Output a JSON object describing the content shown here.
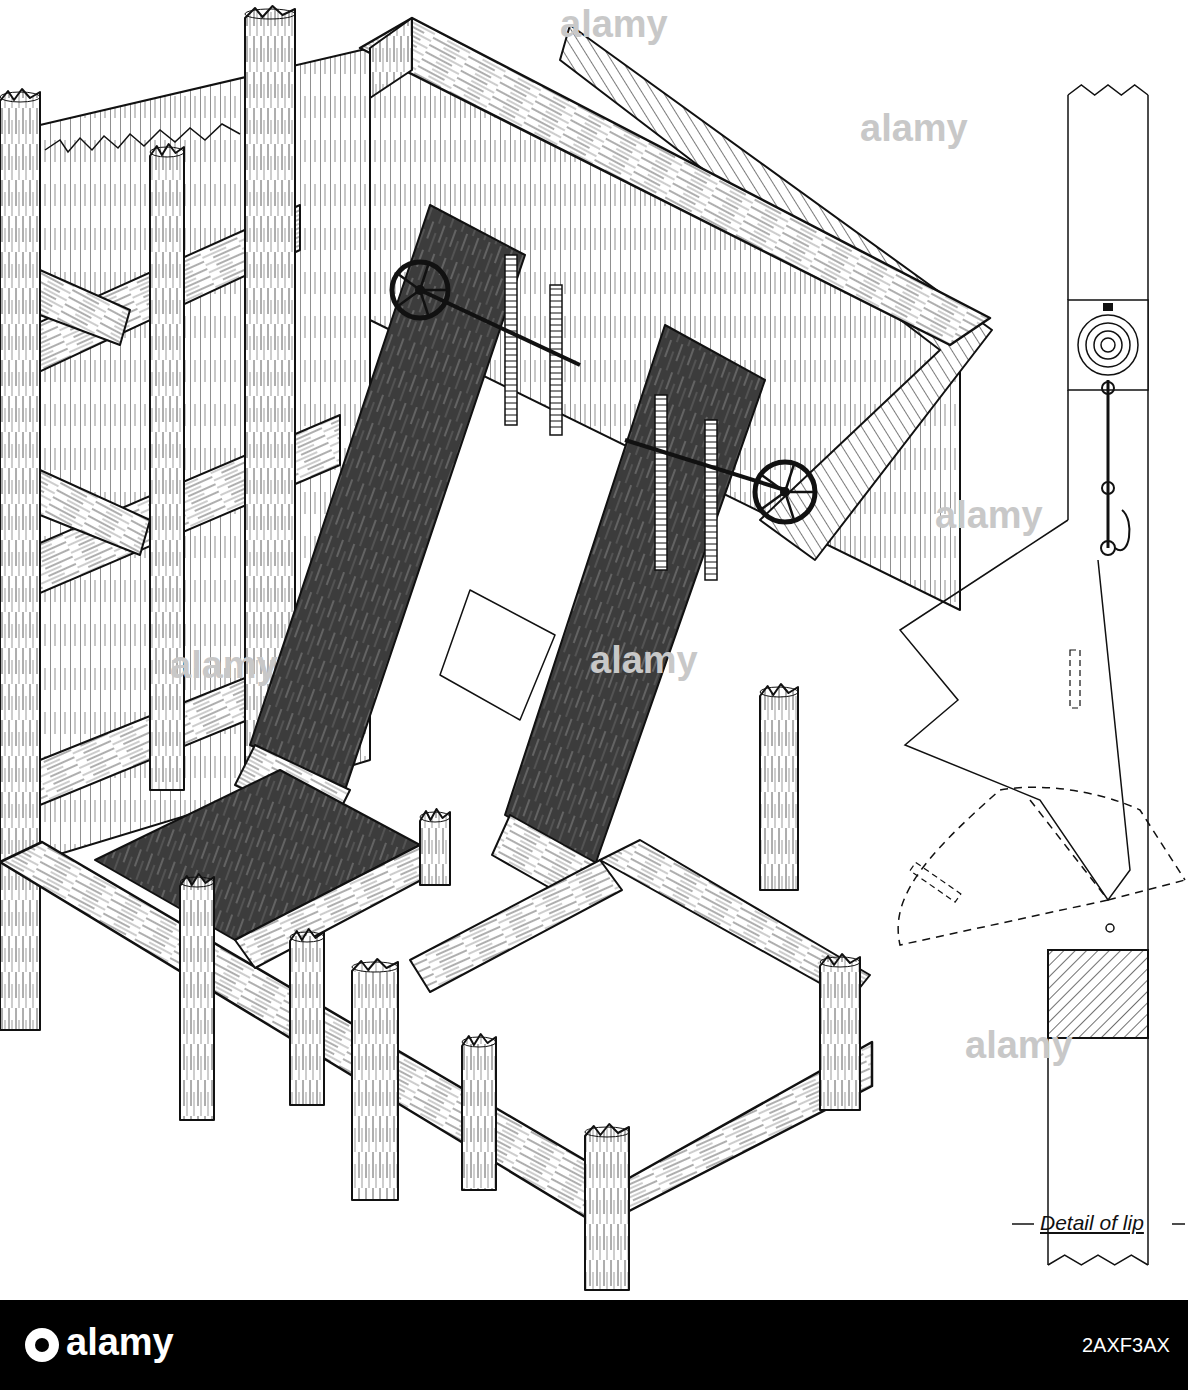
{
  "diagram": {
    "labels": [
      "alamy",
      "alamy",
      "alamy",
      "alamy",
      "alamy",
      "alamy",
      "Detail of lip",
      "alamy",
      "2AXF3AX"
    ]
  }
}
